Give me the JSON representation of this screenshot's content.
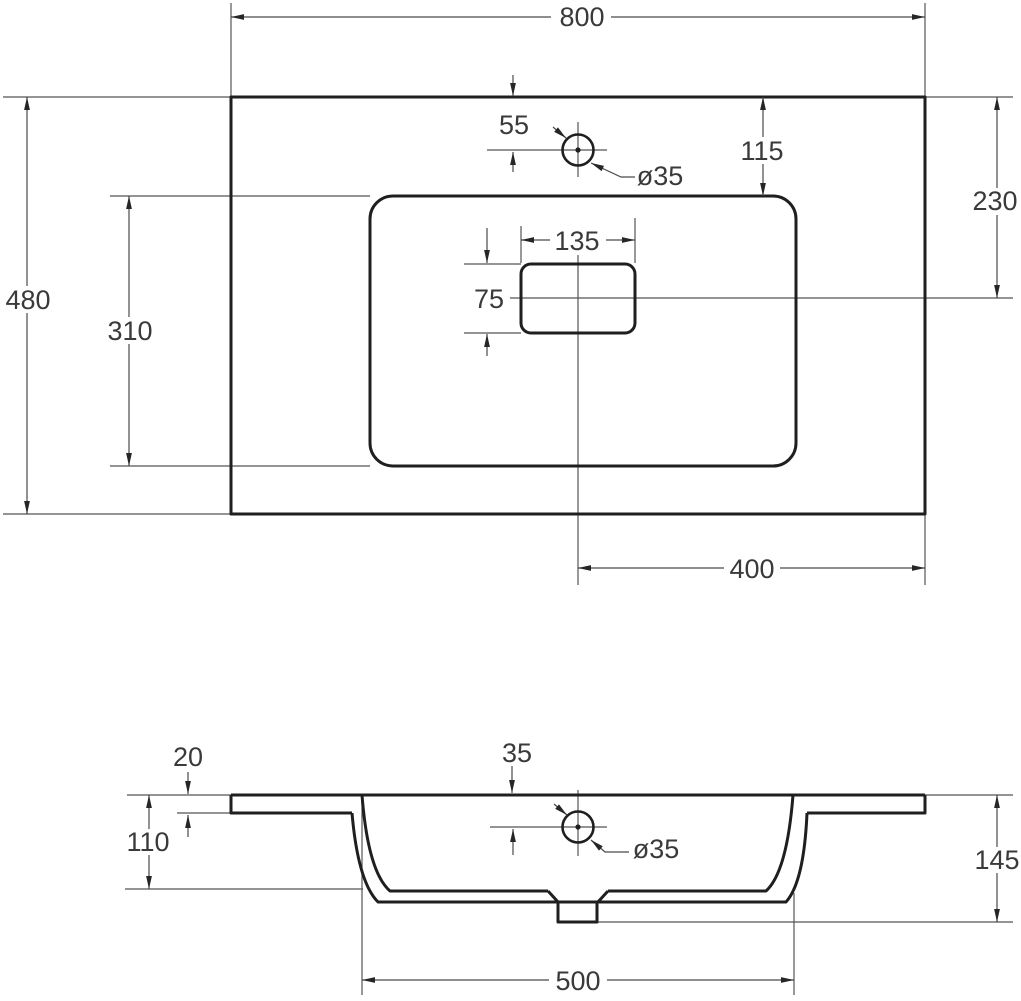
{
  "drawing": {
    "type": "washbasin-technical-drawing",
    "colors": {
      "outline": "#1f1f1f",
      "dimension_line": "#4a4a4a",
      "text": "#3a3a3a",
      "background": "#ffffff"
    },
    "top_view": {
      "overall_width": "800",
      "overall_depth": "480",
      "hole_setback": "55",
      "hole_diameter": "ø35",
      "rim_to_basin": "115",
      "edge_to_drain_center": "230",
      "basin_front_back": "310",
      "drain_width": "135",
      "drain_depth": "75",
      "drain_center_to_edge": "400"
    },
    "section_view": {
      "rim_thickness": "20",
      "hole_center_offset": "35",
      "hole_diameter": "ø35",
      "basin_inner_depth": "110",
      "overall_height": "145",
      "basin_bottom_width": "500"
    }
  }
}
